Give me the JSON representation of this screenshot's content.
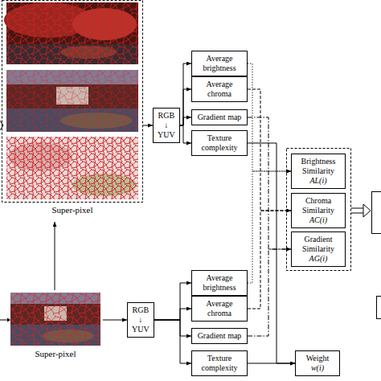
{
  "diagram": {
    "nodes": [
      {
        "text": [
          "Super-pixel"
        ]
      },
      {
        "text": [
          "RGB ↓ YUV"
        ]
      },
      {
        "text": [
          "Average brightness"
        ]
      },
      {
        "text": [
          "Average chroma"
        ]
      },
      {
        "text": [
          "Gradient map"
        ]
      },
      {
        "text": [
          "Texture complexity"
        ]
      },
      {
        "text": [
          "Brightness Similarity",
          "AL(i)"
        ]
      },
      {
        "text": [
          "Chroma Similarity",
          "AC(i)"
        ]
      },
      {
        "text": [
          "Gradient Similarity",
          "AG(i)"
        ]
      },
      {
        "text": [
          "Super-pixel"
        ]
      },
      {
        "text": [
          "RGB ↓ YUV"
        ]
      },
      {
        "text": [
          "Average brightness"
        ]
      },
      {
        "text": [
          "Average chroma"
        ]
      },
      {
        "text": [
          "Gradient map"
        ]
      },
      {
        "text": [
          "Texture complexity"
        ]
      },
      {
        "text": [
          "Weight",
          "w(i)"
        ]
      }
    ],
    "edges": [
      {
        "from": 0,
        "to": 1,
        "arrow": "to"
      },
      {
        "from": 1,
        "to": 2,
        "arrow": "to"
      },
      {
        "from": 1,
        "to": 3,
        "arrow": "to"
      },
      {
        "from": 1,
        "to": 4,
        "arrow": "to"
      },
      {
        "from": 1,
        "to": 5,
        "arrow": "to"
      },
      {
        "from": 2,
        "to": 6,
        "arrow": "to"
      },
      {
        "from": 3,
        "to": 7,
        "arrow": "to"
      },
      {
        "from": 4,
        "to": 8,
        "arrow": "to"
      },
      {
        "from": 5,
        "to": 15,
        "arrow": "to"
      },
      {
        "from": 9,
        "to": 0,
        "arrow": "to"
      },
      {
        "from": 9,
        "to": 10,
        "arrow": "to"
      },
      {
        "from": 10,
        "to": 11,
        "arrow": "to"
      },
      {
        "from": 10,
        "to": 12,
        "arrow": "to"
      },
      {
        "from": 10,
        "to": 13,
        "arrow": "to"
      },
      {
        "from": 10,
        "to": 14,
        "arrow": "to"
      },
      {
        "from": 11,
        "to": 6,
        "arrow": "to"
      },
      {
        "from": 12,
        "to": 7,
        "arrow": "to"
      },
      {
        "from": 13,
        "to": 8,
        "arrow": "to"
      },
      {
        "from": 14,
        "to": 15,
        "arrow": "to"
      }
    ]
  }
}
